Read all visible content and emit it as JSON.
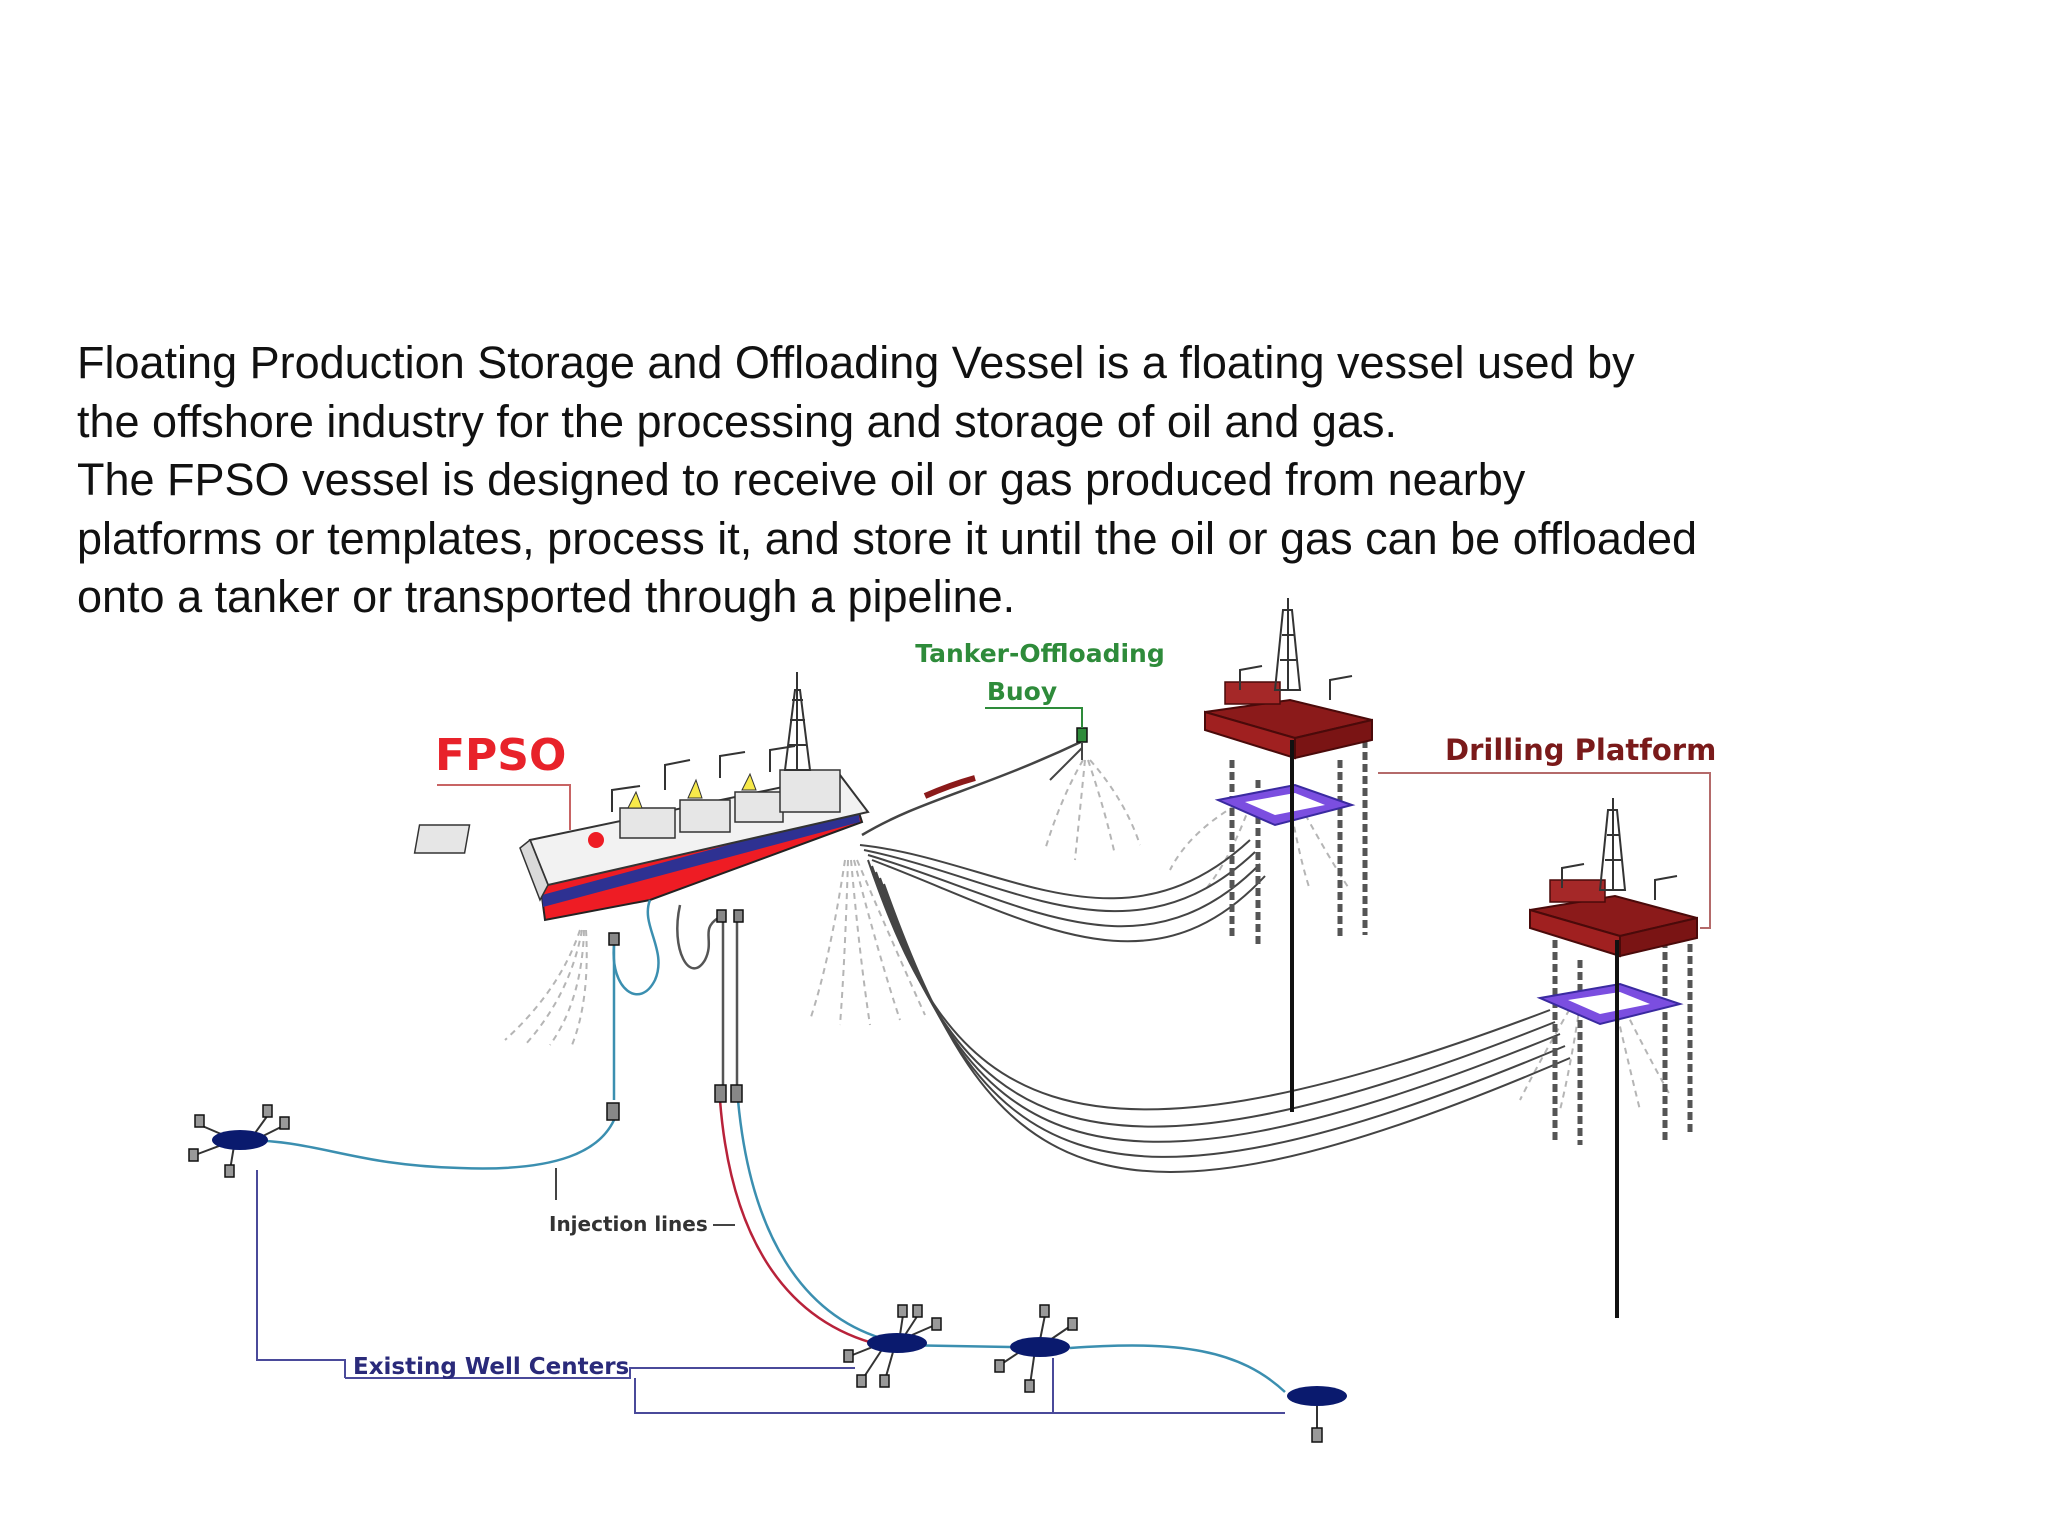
{
  "intro": {
    "line1": "Floating Production Storage and Offloading Vessel is a floating vessel used by",
    "line2": "the offshore industry for the processing and storage of oil and gas.",
    "line3": "The FPSO vessel is designed to receive oil or gas produced from nearby",
    "line4": "platforms or templates, process it, and store it until the oil or gas can be offloaded",
    "line5": "onto a tanker or transported through a pipeline."
  },
  "diagram": {
    "labels": {
      "fpso": "FPSO",
      "buoy_line1": "Tanker-Offloading",
      "buoy_line2": "Buoy",
      "drilling_platform": "Drilling Platform",
      "injection_lines": "Injection lines",
      "well_centers": "Existing Well Centers"
    },
    "colors": {
      "fpso_label": "#e8222a",
      "buoy_label": "#2e8b3a",
      "platform_label": "#7a1a1a",
      "hull_red": "#ee1c24",
      "hull_stripe": "#2e3192",
      "platform_deck": "#8b1a1a",
      "pontoon": "#7b4ee0",
      "well_center": "#0a1a6e",
      "injection_line": "#3b8fb0",
      "production_line": "#b8223a",
      "well_center_link": "#4a4a9a"
    }
  }
}
